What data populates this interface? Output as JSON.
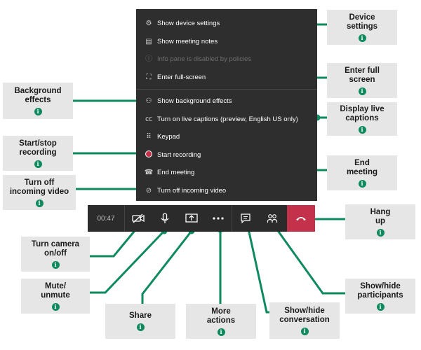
{
  "menu": {
    "items": [
      {
        "icon": "gear-icon",
        "glyph": "⚙",
        "label": "Show device settings"
      },
      {
        "icon": "notes-icon",
        "glyph": "▤",
        "label": "Show meeting notes"
      },
      {
        "icon": "info-icon",
        "glyph": "ⓘ",
        "label": "Info pane is disabled by policies"
      },
      {
        "icon": "fullscreen-icon",
        "glyph": "⛶",
        "label": "Enter full-screen"
      },
      {
        "icon": "background-effects-icon",
        "glyph": "⚇",
        "label": "Show background effects"
      },
      {
        "icon": "captions-icon",
        "glyph": "㏄",
        "label": "Turn on live captions (preview, English US only)"
      },
      {
        "icon": "keypad-icon",
        "glyph": "⠿",
        "label": "Keypad"
      },
      {
        "icon": "record-icon",
        "glyph": "",
        "label": "Start recording"
      },
      {
        "icon": "end-meeting-icon",
        "glyph": "☎",
        "label": "End meeting"
      },
      {
        "icon": "video-off-icon",
        "glyph": "⊘",
        "label": "Turn off incoming video"
      }
    ]
  },
  "toolbar": {
    "timer": "00:47"
  },
  "callouts": {
    "device_settings": "Device\nsettings",
    "enter_full_screen": "Enter full\nscreen",
    "background_effects": "Background\neffects",
    "display_live_captions": "Display live\ncaptions",
    "start_stop_recording": "Start/stop\nrecording",
    "end_meeting": "End\nmeeting",
    "turn_off_incoming_video": "Turn off\nincoming video",
    "hang_up": "Hang\nup",
    "turn_camera_on_off": "Turn camera\non/off",
    "mute_unmute": "Mute/\nunmute",
    "share": "Share",
    "more_actions": "More\nactions",
    "show_hide_conversation": "Show/hide\nconversation",
    "show_hide_participants": "Show/hide\nparticipants",
    "info_glyph": "i"
  },
  "colors": {
    "accent_green": "#0e8a5e",
    "menu_bg": "#2e2e2e",
    "hang_up_red": "#c4314b",
    "callout_bg": "#e6e6e6"
  }
}
